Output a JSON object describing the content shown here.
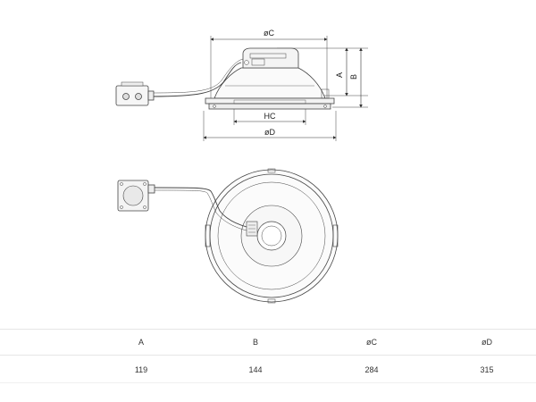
{
  "drawing": {
    "dimension_labels": {
      "a": "A",
      "b": "B",
      "dia_c": "øC",
      "dia_d": "øD",
      "hc": "HC"
    }
  },
  "dimensions_table": {
    "headers": [
      "A",
      "B",
      "øC",
      "øD"
    ],
    "values": [
      "119",
      "144",
      "284",
      "315"
    ]
  }
}
